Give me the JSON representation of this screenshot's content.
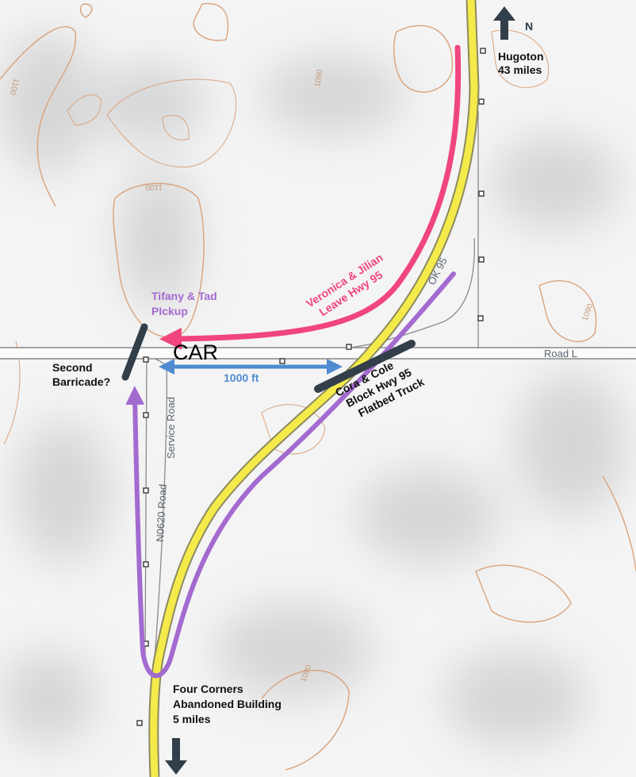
{
  "north": {
    "label": "N"
  },
  "destinations": {
    "north_line1": "Hugoton",
    "north_line2": "43 miles",
    "south_line1": "Four Corners",
    "south_line2": "Abandoned Building",
    "south_line3": "5 miles"
  },
  "roads": {
    "highway": "OK 95",
    "road_l": "Road L",
    "service_road": "Service Road",
    "n0620": "N0620 Road"
  },
  "contours": [
    "1100",
    "1100",
    "1090",
    "1090",
    "1090"
  ],
  "annotations": {
    "pink_line1": "Veronica & Jilian",
    "pink_line2": "Leave Hwy 95",
    "tifany_line1": "Tifany & Tad",
    "tifany_line2": "PIckup",
    "car": "CAR",
    "distance": "1000 ft",
    "barricade_line1": "Second",
    "barricade_line2": "Barricade?",
    "cora_line1": "Cora & Cole",
    "cora_line2": "Block Hwy 95",
    "cora_line3": "Flatbed Truck"
  },
  "colors": {
    "pink": "#f0457f",
    "purple": "#a36ad0",
    "blue": "#4f8bd0",
    "barricade": "#323f4a",
    "highway": "#f4ea4a",
    "contour": "#d9a37d"
  }
}
